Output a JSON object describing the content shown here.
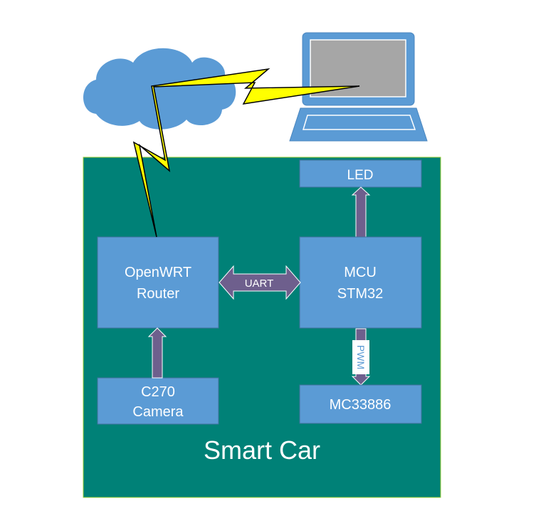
{
  "diagram": {
    "container_label": "Smart Car",
    "blocks": {
      "router": {
        "line1": "OpenWRT",
        "line2": "Router"
      },
      "mcu": {
        "line1": "MCU",
        "line2": "STM32"
      },
      "camera": {
        "line1": "C270",
        "line2": "Camera"
      },
      "led": {
        "label": "LED"
      },
      "driver": {
        "label": "MC33886"
      }
    },
    "links": {
      "uart": "UART",
      "pwm": "PWM"
    },
    "icons": [
      "cloud-icon",
      "laptop-icon",
      "lightning-bolt-icon"
    ]
  },
  "colors": {
    "car_fill": "#008177",
    "block_fill": "#5B9BD5",
    "block_border": "#41719C",
    "arrow_fill": "#6E5F8D",
    "cloud_fill": "#5B9BD5",
    "screen_fill": "#A6A6A6",
    "bolt_fill": "#FFFF00"
  }
}
